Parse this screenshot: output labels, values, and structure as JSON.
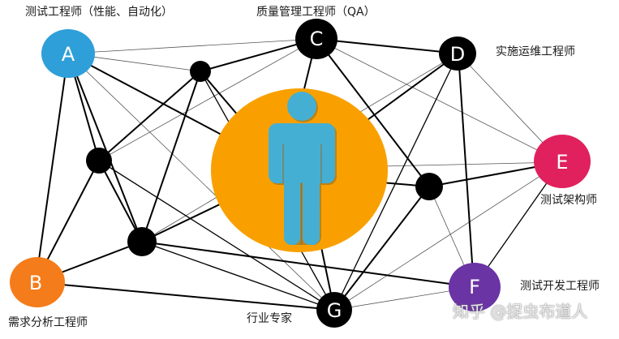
{
  "diagram": {
    "title": "",
    "center": {
      "icon": "person-icon",
      "fill": "#F9A000",
      "figure_color": "#45AFD3"
    },
    "nodes": [
      {
        "id": "A",
        "letter": "A",
        "label": "测试工程师（性能、自动化）",
        "color": "#2E9FD8"
      },
      {
        "id": "B",
        "letter": "B",
        "label": "需求分析工程师",
        "color": "#F57C1A"
      },
      {
        "id": "C",
        "letter": "C",
        "label": "质量管理工程师（QA）",
        "color": "#000000"
      },
      {
        "id": "D",
        "letter": "D",
        "label": "实施运维工程师",
        "color": "#000000"
      },
      {
        "id": "E",
        "letter": "E",
        "label": "测试架构师",
        "color": "#E0215E"
      },
      {
        "id": "F",
        "letter": "F",
        "label": "测试开发工程师",
        "color": "#6A34A4"
      },
      {
        "id": "G",
        "letter": "G",
        "label": "行业专家",
        "color": "#000000"
      }
    ],
    "hub_nodes": [
      "H1",
      "H2",
      "H3",
      "H4"
    ]
  },
  "watermark": "知乎 @捉虫布道人"
}
